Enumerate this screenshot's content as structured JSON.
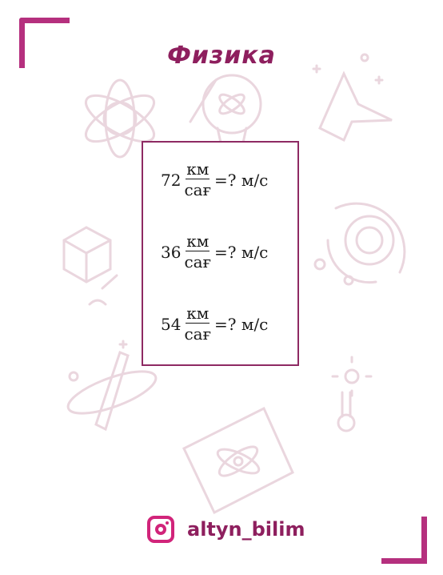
{
  "title": "Физика",
  "equations": [
    {
      "value": "72",
      "numerator": "км",
      "denominator": "сағ",
      "rest": "=? м/с"
    },
    {
      "value": "36",
      "numerator": "км",
      "denominator": "сағ",
      "rest": "=? м/с"
    },
    {
      "value": "54",
      "numerator": "км",
      "denominator": "сағ",
      "rest": "=? м/с"
    }
  ],
  "footer": {
    "handle": "altyn_bilim",
    "icon": "instagram-icon"
  },
  "colors": {
    "accent": "#b5307e",
    "title": "#8e1f5e",
    "border": "#8e2a63",
    "art": "#e9d3dc"
  }
}
